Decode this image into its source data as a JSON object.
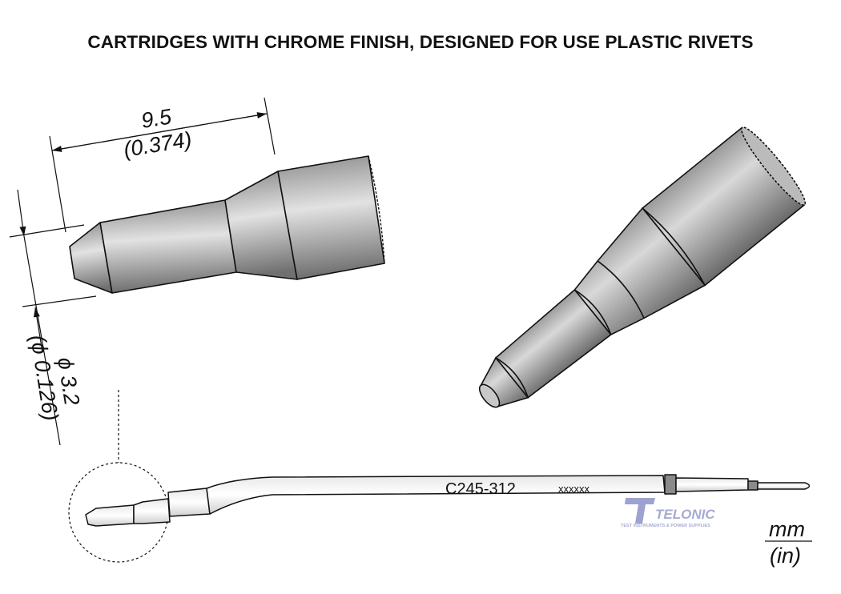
{
  "title": "CARTRIDGES WITH CHROME FINISH, DESIGNED FOR USE PLASTIC RIVETS",
  "dimensions": {
    "length_mm": "9.5",
    "length_in": "(0.374)",
    "diameter_mm": "ϕ 3.2",
    "diameter_in": "(ϕ 0.126)"
  },
  "cartridge": {
    "part_number": "C245-312",
    "serial_placeholder": "xxxxxx"
  },
  "watermark": {
    "brand": "TELONIC",
    "tagline": "TEST INSTRUMENTS & POWER SUPPLIES"
  },
  "units": {
    "primary": "mm",
    "secondary": "(in)"
  },
  "colors": {
    "metal_dark": "#6e6e6e",
    "metal_light": "#e4e4e4",
    "watermark": "#8a8fc4"
  }
}
